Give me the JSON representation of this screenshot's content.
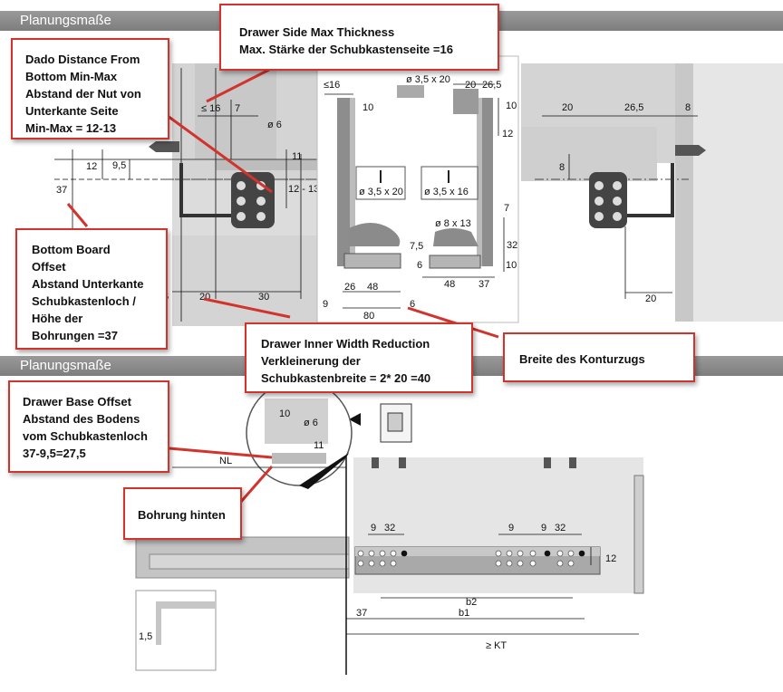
{
  "section_titles": {
    "top": "Planungsmaße",
    "bottom": "Planungsmaße"
  },
  "callouts": {
    "drawer_side_max_thickness": [
      "Drawer Side Max Thickness",
      "Max. Stärke der Schubkastenseite =16"
    ],
    "dado_distance": [
      "Dado Distance From",
      "Bottom Min-Max",
      "Abstand der Nut von",
      "Unterkante Seite",
      "Min-Max = 12-13"
    ],
    "bottom_board_offset": [
      "Bottom Board",
      "Offset",
      "Abstand Unterkante",
      "Schubkastenloch /",
      "Höhe der",
      "Bohrungen =37"
    ],
    "drawer_inner_width": [
      "Drawer Inner Width Reduction",
      "Verkleinerung der",
      "Schubkastenbreite = 2* 20 =40"
    ],
    "breite_konturzug": [
      "Breite des Konturzugs"
    ],
    "drawer_base_offset": [
      "Drawer Base Offset",
      "Abstand des Bodens",
      "vom Schubkastenloch",
      "37-9,5=27,5"
    ],
    "bohrung_hinten": [
      "Bohrung hinten"
    ]
  },
  "dimensions": {
    "top_left": {
      "d_le16": "≤ 16",
      "d_7": "7",
      "d_o6": "ø 6",
      "d_12": "12",
      "d_9_5": "9,5",
      "d_37": "37",
      "d_11": "11",
      "d_12_13": "12 - 13",
      "d_6": "6",
      "d_20": "20",
      "d_30": "30"
    },
    "top_center": {
      "d_le16": "≤16",
      "d_10a": "10",
      "d_o3_5x20_top": "ø 3,5 x 20",
      "d_20": "20",
      "d_26_5": "26,5",
      "d_10b": "10",
      "d_12": "12",
      "d_o3_5x20": "ø 3,5 x 20",
      "d_o3_5x16": "ø 3,5 x 16",
      "d_7": "7",
      "d_o8x13": "ø 8 x 13",
      "d_7_5": "7,5",
      "d_32": "32",
      "d_6a": "6",
      "d_10c": "10",
      "d_26": "26",
      "d_48a": "48",
      "d_48b": "48",
      "d_37": "37",
      "d_9": "9",
      "d_6b": "6",
      "d_80": "80"
    },
    "top_right": {
      "d_20a": "20",
      "d_26_5": "26,5",
      "d_8a": "8",
      "d_8b": "8",
      "d_20b": "20"
    },
    "bottom": {
      "d_10": "10",
      "d_o6": "ø 6",
      "d_11": "11",
      "d_NL": "NL",
      "d_9a": "9",
      "d_32a": "32",
      "d_9b": "9",
      "d_9c": "9",
      "d_32b": "32",
      "d_12": "12",
      "d_b2": "b2",
      "d_37": "37",
      "d_b1": "b1",
      "d_geKT": "≥ KT",
      "d_1_5": "1,5"
    }
  }
}
